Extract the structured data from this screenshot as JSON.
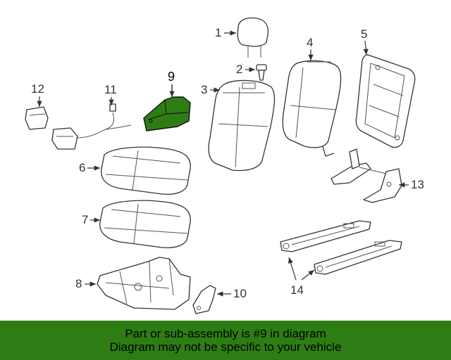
{
  "callouts": {
    "c1": "1",
    "c2": "2",
    "c3": "3",
    "c4": "4",
    "c5": "5",
    "c6": "6",
    "c7": "7",
    "c8": "8",
    "c9": "9",
    "c10": "10",
    "c11": "11",
    "c12": "12",
    "c13": "13",
    "c14": "14"
  },
  "highlight_color": "#2e7d14",
  "banner": {
    "line1": "Part or sub-assembly is #9 in diagram",
    "line2": "Diagram may not be specific to your vehicle"
  }
}
